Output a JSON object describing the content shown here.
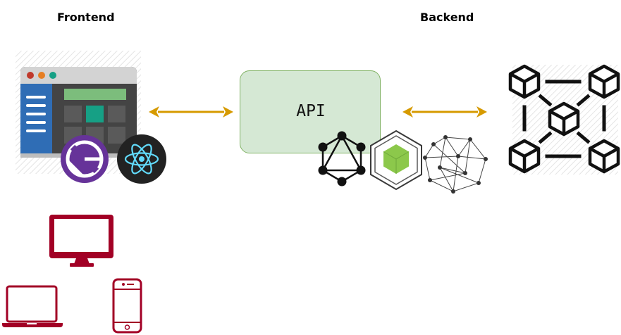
{
  "headings": {
    "frontend": "Frontend",
    "backend": "Backend"
  },
  "api": {
    "label": "API"
  },
  "icons": {
    "frontend": [
      "browser-window-icon",
      "gatsby-logo-icon",
      "react-logo-icon"
    ],
    "api": [
      "graphql-logo-icon",
      "nodejs-logo-icon",
      "hyperledger-network-icon"
    ],
    "backend": [
      "blockchain-network-icon"
    ],
    "devices": [
      "desktop-monitor-icon",
      "laptop-icon",
      "smartphone-icon"
    ]
  },
  "colors": {
    "arrow": "#d69a00",
    "api_fill": "#d5e8d4",
    "api_border": "#82b366",
    "devices": "#a20025",
    "gatsby": "#663399",
    "react_bg": "#222222",
    "react_atom": "#61dafb",
    "nodejs": "#8cc84b"
  }
}
